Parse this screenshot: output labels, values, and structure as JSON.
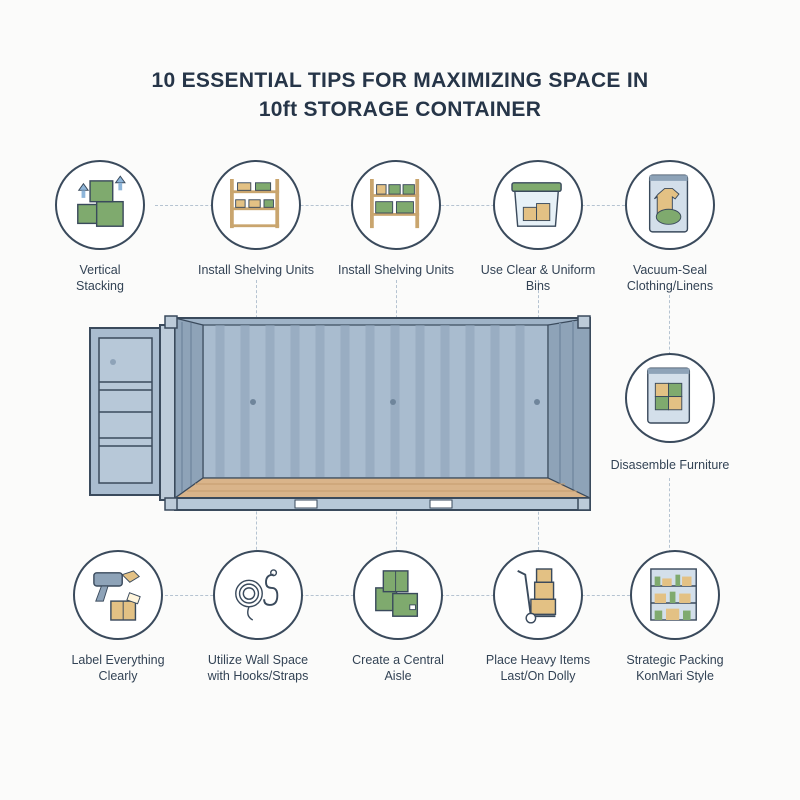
{
  "title": {
    "line1": "10 ESSENTIAL TIPS FOR MAXIMIZING SPACE IN",
    "line2": "10ft STORAGE CONTAINER"
  },
  "tips": [
    {
      "line1": "Vertical",
      "line2": "Stacking",
      "icon": "stacked-boxes-icon"
    },
    {
      "line1": "Install Shelving Units",
      "line2": "",
      "icon": "shelving-icon"
    },
    {
      "line1": "Install Shelving Units",
      "line2": "",
      "icon": "shelving-bins-icon"
    },
    {
      "line1": "Use Clear & Uniform",
      "line2": "Bins",
      "icon": "clear-bin-icon"
    },
    {
      "line1": "Vacuum-Seal",
      "line2": "Clothing/Linens",
      "icon": "vacuum-bag-icon"
    },
    {
      "line1": "Disasemble Furniture",
      "line2": "",
      "icon": "puzzle-bag-icon"
    },
    {
      "line1": "Label Everything",
      "line2": "Clearly",
      "icon": "label-gun-icon"
    },
    {
      "line1": "Utilize Wall Space",
      "line2": "with Hooks/Straps",
      "icon": "hooks-icon"
    },
    {
      "line1": "Create a Central",
      "line2": "Aisle",
      "icon": "boxes-aisle-icon"
    },
    {
      "line1": "Place Heavy Items",
      "line2": "Last/On Dolly",
      "icon": "dolly-icon"
    },
    {
      "line1": "Strategic Packing",
      "line2": "KonMari Style",
      "icon": "bookshelf-icon"
    }
  ],
  "colors": {
    "outline": "#3a4a5c",
    "container": "#a9bccf",
    "floor": "#d9b48a",
    "box_green": "#7faa6e",
    "box_tan": "#e3c184"
  }
}
